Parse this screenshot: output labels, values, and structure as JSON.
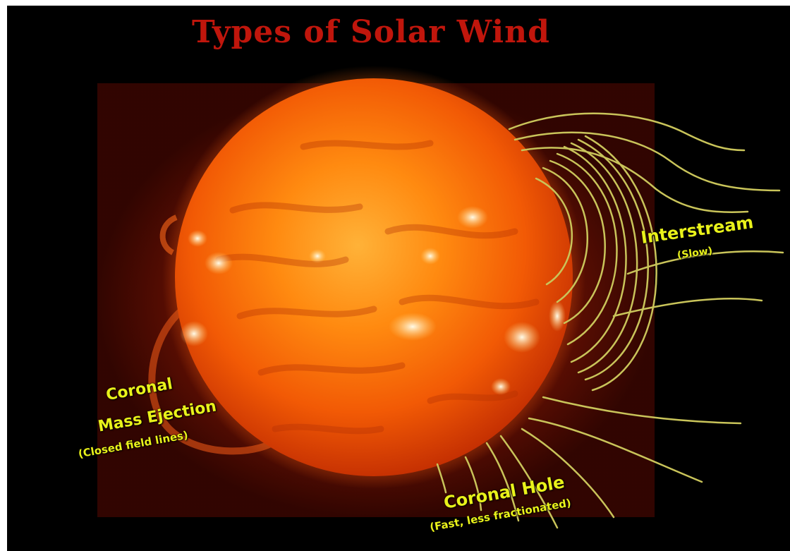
{
  "title": "Types of Solar Wind",
  "labels": {
    "interstream": "Interstream",
    "interstream_sub": "(Slow)",
    "cme_line1": "Coronal",
    "cme_line2": "Mass Ejection",
    "cme_line3": "(Closed field lines)",
    "hole_line1": "Coronal Hole",
    "hole_line2": "(Fast, less fractionated)"
  },
  "colors": {
    "title": "#c0160c",
    "label": "#e9f21a",
    "field_lines": "#c9c45a",
    "background": "#000000"
  }
}
